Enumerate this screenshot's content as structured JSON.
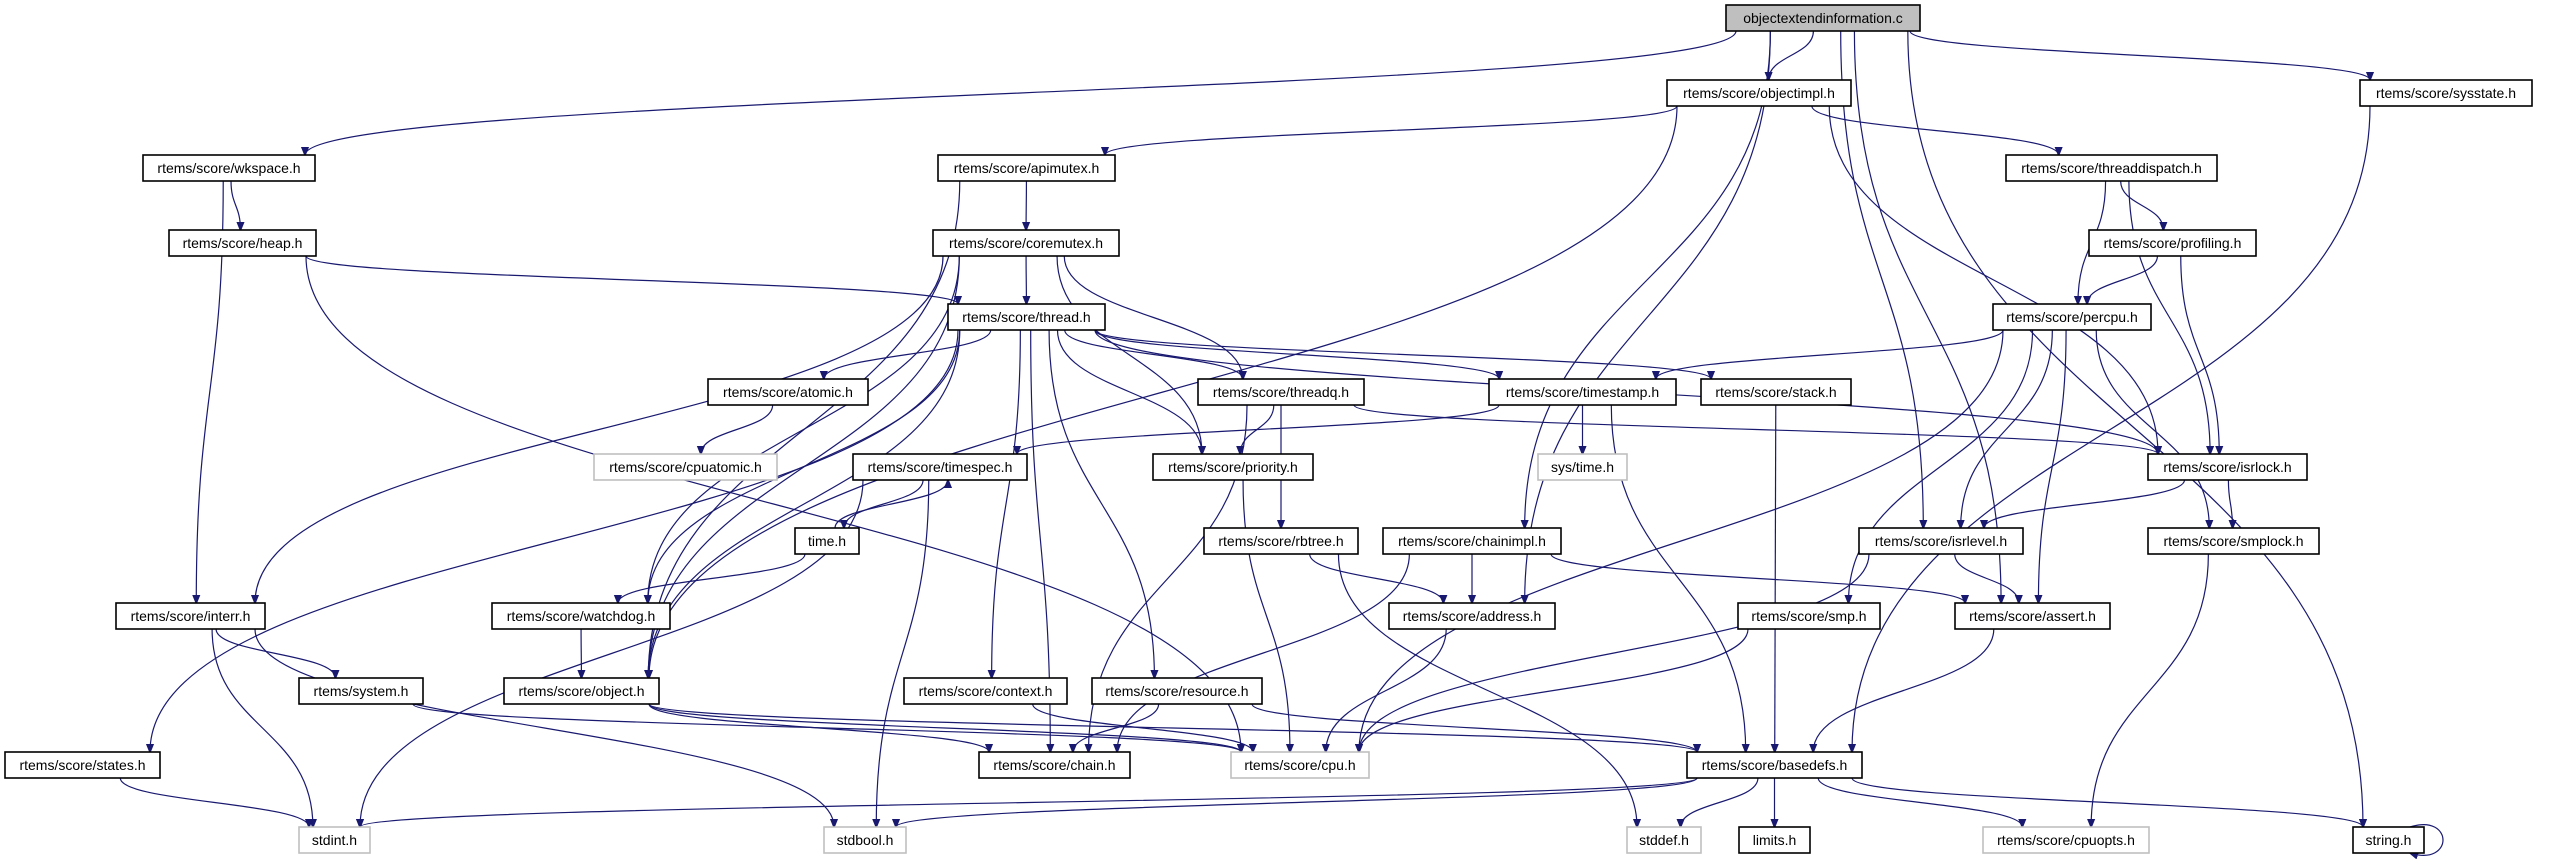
{
  "graph": {
    "colors": {
      "edge": "#191970",
      "root_fill": "#bfbfbf",
      "external_border": "#bfbfbf",
      "node_border": "#000000"
    },
    "nodes": [
      {
        "id": "root",
        "label": "objectextendinformation.c",
        "kind": "root"
      },
      {
        "id": "objectimpl",
        "label": "rtems/score/objectimpl.h",
        "kind": "local"
      },
      {
        "id": "sysstate",
        "label": "rtems/score/sysstate.h",
        "kind": "local"
      },
      {
        "id": "wkspace",
        "label": "rtems/score/wkspace.h",
        "kind": "local"
      },
      {
        "id": "apimutex",
        "label": "rtems/score/apimutex.h",
        "kind": "local"
      },
      {
        "id": "threaddispatch",
        "label": "rtems/score/threaddispatch.h",
        "kind": "local"
      },
      {
        "id": "heap",
        "label": "rtems/score/heap.h",
        "kind": "local"
      },
      {
        "id": "coremutex",
        "label": "rtems/score/coremutex.h",
        "kind": "local"
      },
      {
        "id": "profiling",
        "label": "rtems/score/profiling.h",
        "kind": "local"
      },
      {
        "id": "thread",
        "label": "rtems/score/thread.h",
        "kind": "local"
      },
      {
        "id": "percpu",
        "label": "rtems/score/percpu.h",
        "kind": "local"
      },
      {
        "id": "atomic",
        "label": "rtems/score/atomic.h",
        "kind": "local"
      },
      {
        "id": "threadq",
        "label": "rtems/score/threadq.h",
        "kind": "local"
      },
      {
        "id": "timestamp",
        "label": "rtems/score/timestamp.h",
        "kind": "local"
      },
      {
        "id": "stack",
        "label": "rtems/score/stack.h",
        "kind": "local"
      },
      {
        "id": "cpuatomic",
        "label": "rtems/score/cpuatomic.h",
        "kind": "external"
      },
      {
        "id": "timespec",
        "label": "rtems/score/timespec.h",
        "kind": "local"
      },
      {
        "id": "priority",
        "label": "rtems/score/priority.h",
        "kind": "local"
      },
      {
        "id": "systime",
        "label": "sys/time.h",
        "kind": "external"
      },
      {
        "id": "isrlock",
        "label": "rtems/score/isrlock.h",
        "kind": "local"
      },
      {
        "id": "timeh",
        "label": "time.h",
        "kind": "local"
      },
      {
        "id": "rbtree",
        "label": "rtems/score/rbtree.h",
        "kind": "local"
      },
      {
        "id": "chainimpl",
        "label": "rtems/score/chainimpl.h",
        "kind": "local"
      },
      {
        "id": "isrlevel",
        "label": "rtems/score/isrlevel.h",
        "kind": "local"
      },
      {
        "id": "smplock",
        "label": "rtems/score/smplock.h",
        "kind": "local"
      },
      {
        "id": "interr",
        "label": "rtems/score/interr.h",
        "kind": "local"
      },
      {
        "id": "watchdog",
        "label": "rtems/score/watchdog.h",
        "kind": "local"
      },
      {
        "id": "address",
        "label": "rtems/score/address.h",
        "kind": "local"
      },
      {
        "id": "assert",
        "label": "rtems/score/assert.h",
        "kind": "local"
      },
      {
        "id": "system",
        "label": "rtems/system.h",
        "kind": "local"
      },
      {
        "id": "object",
        "label": "rtems/score/object.h",
        "kind": "local"
      },
      {
        "id": "context",
        "label": "rtems/score/context.h",
        "kind": "local"
      },
      {
        "id": "resource",
        "label": "rtems/score/resource.h",
        "kind": "local"
      },
      {
        "id": "smp",
        "label": "rtems/score/smp.h",
        "kind": "local"
      },
      {
        "id": "states",
        "label": "rtems/score/states.h",
        "kind": "local"
      },
      {
        "id": "chain",
        "label": "rtems/score/chain.h",
        "kind": "local"
      },
      {
        "id": "cpu",
        "label": "rtems/score/cpu.h",
        "kind": "external"
      },
      {
        "id": "basedefs",
        "label": "rtems/score/basedefs.h",
        "kind": "local"
      },
      {
        "id": "stdint",
        "label": "stdint.h",
        "kind": "external"
      },
      {
        "id": "stdbool",
        "label": "stdbool.h",
        "kind": "external"
      },
      {
        "id": "stddef",
        "label": "stddef.h",
        "kind": "external"
      },
      {
        "id": "limits",
        "label": "limits.h",
        "kind": "local"
      },
      {
        "id": "cpuopts",
        "label": "rtems/score/cpuopts.h",
        "kind": "external"
      },
      {
        "id": "string",
        "label": "string.h",
        "kind": "local"
      }
    ],
    "edges": [
      [
        "root",
        "wkspace"
      ],
      [
        "root",
        "objectimpl"
      ],
      [
        "root",
        "sysstate"
      ],
      [
        "root",
        "chainimpl"
      ],
      [
        "root",
        "address"
      ],
      [
        "root",
        "isrlevel"
      ],
      [
        "root",
        "assert"
      ],
      [
        "root",
        "string"
      ],
      [
        "objectimpl",
        "apimutex"
      ],
      [
        "objectimpl",
        "object"
      ],
      [
        "objectimpl",
        "threaddispatch"
      ],
      [
        "objectimpl",
        "isrlock"
      ],
      [
        "sysstate",
        "basedefs"
      ],
      [
        "wkspace",
        "heap"
      ],
      [
        "wkspace",
        "interr"
      ],
      [
        "apimutex",
        "coremutex"
      ],
      [
        "apimutex",
        "object"
      ],
      [
        "threaddispatch",
        "percpu"
      ],
      [
        "threaddispatch",
        "profiling"
      ],
      [
        "threaddispatch",
        "isrlock"
      ],
      [
        "heap",
        "thread"
      ],
      [
        "heap",
        "cpu"
      ],
      [
        "coremutex",
        "thread"
      ],
      [
        "coremutex",
        "interr"
      ],
      [
        "coremutex",
        "watchdog"
      ],
      [
        "coremutex",
        "object"
      ],
      [
        "coremutex",
        "priority"
      ],
      [
        "coremutex",
        "threadq"
      ],
      [
        "profiling",
        "percpu"
      ],
      [
        "profiling",
        "isrlock"
      ],
      [
        "thread",
        "atomic"
      ],
      [
        "thread",
        "threadq"
      ],
      [
        "thread",
        "timestamp"
      ],
      [
        "thread",
        "stack"
      ],
      [
        "thread",
        "isrlock"
      ],
      [
        "thread",
        "priority"
      ],
      [
        "thread",
        "context"
      ],
      [
        "thread",
        "resource"
      ],
      [
        "thread",
        "chain"
      ],
      [
        "thread",
        "watchdog"
      ],
      [
        "thread",
        "object"
      ],
      [
        "thread",
        "states"
      ],
      [
        "percpu",
        "timestamp"
      ],
      [
        "percpu",
        "cpu"
      ],
      [
        "percpu",
        "isrlevel"
      ],
      [
        "percpu",
        "smp"
      ],
      [
        "percpu",
        "assert"
      ],
      [
        "percpu",
        "smplock"
      ],
      [
        "atomic",
        "cpuatomic"
      ],
      [
        "threadq",
        "priority"
      ],
      [
        "threadq",
        "rbtree"
      ],
      [
        "threadq",
        "isrlock"
      ],
      [
        "threadq",
        "chain"
      ],
      [
        "timestamp",
        "systime"
      ],
      [
        "timestamp",
        "timespec"
      ],
      [
        "timestamp",
        "basedefs"
      ],
      [
        "stack",
        "basedefs"
      ],
      [
        "timespec",
        "timeh"
      ],
      [
        "timespec",
        "stdint"
      ],
      [
        "timespec",
        "stdbool"
      ],
      [
        "priority",
        "cpu"
      ],
      [
        "isrlock",
        "isrlevel"
      ],
      [
        "isrlock",
        "smplock"
      ],
      [
        "timeh",
        "timespec"
      ],
      [
        "timeh",
        "watchdog"
      ],
      [
        "rbtree",
        "address"
      ],
      [
        "rbtree",
        "stddef"
      ],
      [
        "chainimpl",
        "address"
      ],
      [
        "chainimpl",
        "chain"
      ],
      [
        "chainimpl",
        "assert"
      ],
      [
        "isrlevel",
        "assert"
      ],
      [
        "isrlevel",
        "cpu"
      ],
      [
        "smplock",
        "cpuopts"
      ],
      [
        "interr",
        "system"
      ],
      [
        "interr",
        "stdint"
      ],
      [
        "interr",
        "stdbool"
      ],
      [
        "watchdog",
        "object"
      ],
      [
        "address",
        "cpu"
      ],
      [
        "assert",
        "basedefs"
      ],
      [
        "system",
        "cpu"
      ],
      [
        "object",
        "chain"
      ],
      [
        "object",
        "cpu"
      ],
      [
        "object",
        "basedefs"
      ],
      [
        "context",
        "cpu"
      ],
      [
        "resource",
        "chain"
      ],
      [
        "resource",
        "basedefs"
      ],
      [
        "smp",
        "cpu"
      ],
      [
        "states",
        "stdint"
      ],
      [
        "basedefs",
        "stdint"
      ],
      [
        "basedefs",
        "stdbool"
      ],
      [
        "basedefs",
        "stddef"
      ],
      [
        "basedefs",
        "limits"
      ],
      [
        "basedefs",
        "cpuopts"
      ],
      [
        "basedefs",
        "string"
      ],
      [
        "string",
        "string"
      ]
    ]
  }
}
